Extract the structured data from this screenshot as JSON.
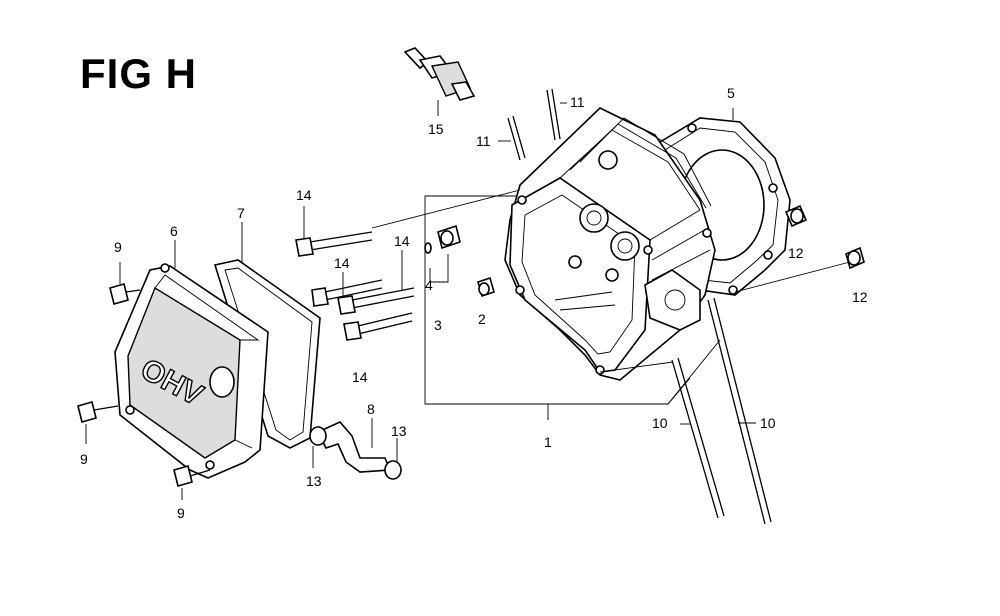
{
  "figure": {
    "title": "FIG H",
    "embossed_text": "OHV"
  },
  "callouts": [
    {
      "id": "c1",
      "text": "1"
    },
    {
      "id": "c2",
      "text": "2"
    },
    {
      "id": "c3",
      "text": "3"
    },
    {
      "id": "c4",
      "text": "4"
    },
    {
      "id": "c5",
      "text": "5"
    },
    {
      "id": "c6",
      "text": "6"
    },
    {
      "id": "c7",
      "text": "7"
    },
    {
      "id": "c8",
      "text": "8"
    },
    {
      "id": "c9a",
      "text": "9"
    },
    {
      "id": "c9b",
      "text": "9"
    },
    {
      "id": "c9c",
      "text": "9"
    },
    {
      "id": "c10a",
      "text": "10"
    },
    {
      "id": "c10b",
      "text": "10"
    },
    {
      "id": "c11a",
      "text": "11"
    },
    {
      "id": "c11b",
      "text": "11"
    },
    {
      "id": "c12a",
      "text": "12"
    },
    {
      "id": "c12b",
      "text": "12"
    },
    {
      "id": "c13a",
      "text": "13"
    },
    {
      "id": "c13b",
      "text": "13"
    },
    {
      "id": "c14a",
      "text": "14"
    },
    {
      "id": "c14b",
      "text": "14"
    },
    {
      "id": "c14c",
      "text": "14"
    },
    {
      "id": "c14d",
      "text": "14"
    },
    {
      "id": "c15",
      "text": "15"
    }
  ]
}
